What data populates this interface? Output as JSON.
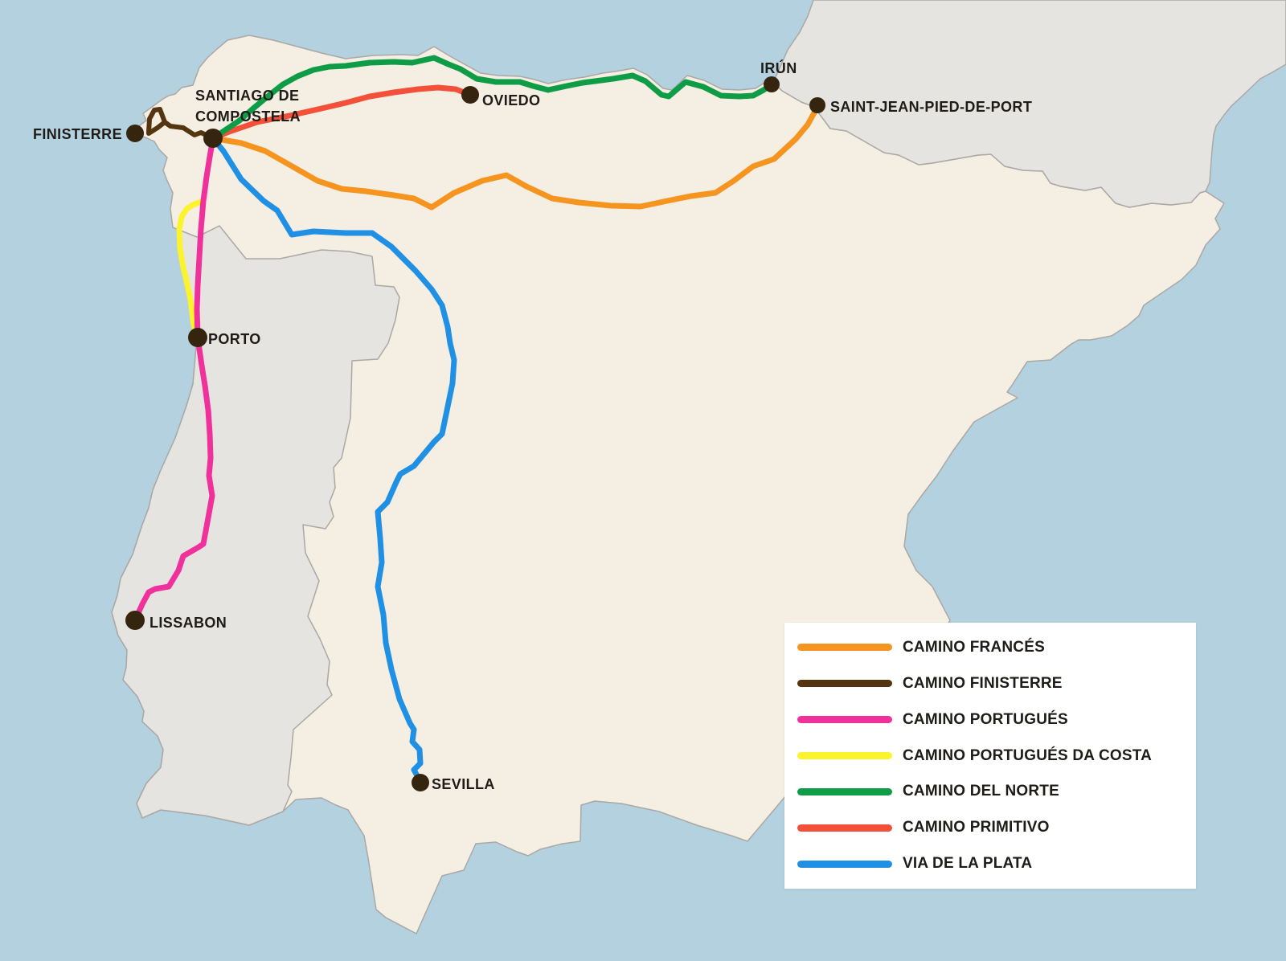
{
  "map": {
    "colors": {
      "sea": "#b4d1e0",
      "land_spain": "#f4eee3",
      "land_neighbor": "#e6e4e0",
      "coast_border": "#aaa8a4",
      "city_dot": "#35250f",
      "label": "#1f1c18",
      "legend_bg": "#ffffff"
    }
  },
  "routes": [
    {
      "id": "camino-frances",
      "label": "CAMINO FRANCÉS",
      "color": "#f5941f"
    },
    {
      "id": "camino-finisterre",
      "label": "CAMINO FINISTERRE",
      "color": "#54350f"
    },
    {
      "id": "camino-portugues",
      "label": "CAMINO PORTUGUÉS",
      "color": "#f0309b"
    },
    {
      "id": "camino-portugues-da-costa",
      "label": "CAMINO PORTUGUÉS DA COSTA",
      "color": "#fbf42c"
    },
    {
      "id": "camino-del-norte",
      "label": "CAMINO DEL NORTE",
      "color": "#0e9c47"
    },
    {
      "id": "camino-primitivo",
      "label": "CAMINO PRIMITIVO",
      "color": "#f25038"
    },
    {
      "id": "via-de-la-plata",
      "label": "VIA DE LA PLATA",
      "color": "#2090e4"
    }
  ],
  "cities": [
    {
      "id": "finisterre",
      "label": "FINISTERRE"
    },
    {
      "id": "santiago-de-compostela",
      "label_line1": "SANTIAGO DE",
      "label_line2": "COMPOSTELA"
    },
    {
      "id": "oviedo",
      "label": "OVIEDO"
    },
    {
      "id": "irun",
      "label": "IRÚN"
    },
    {
      "id": "saint-jean-pied-de-port",
      "label": "SAINT-JEAN-PIED-DE-PORT"
    },
    {
      "id": "porto",
      "label": "PORTO"
    },
    {
      "id": "lissabon",
      "label": "LISSABON"
    },
    {
      "id": "sevilla",
      "label": "SEVILLA"
    }
  ]
}
